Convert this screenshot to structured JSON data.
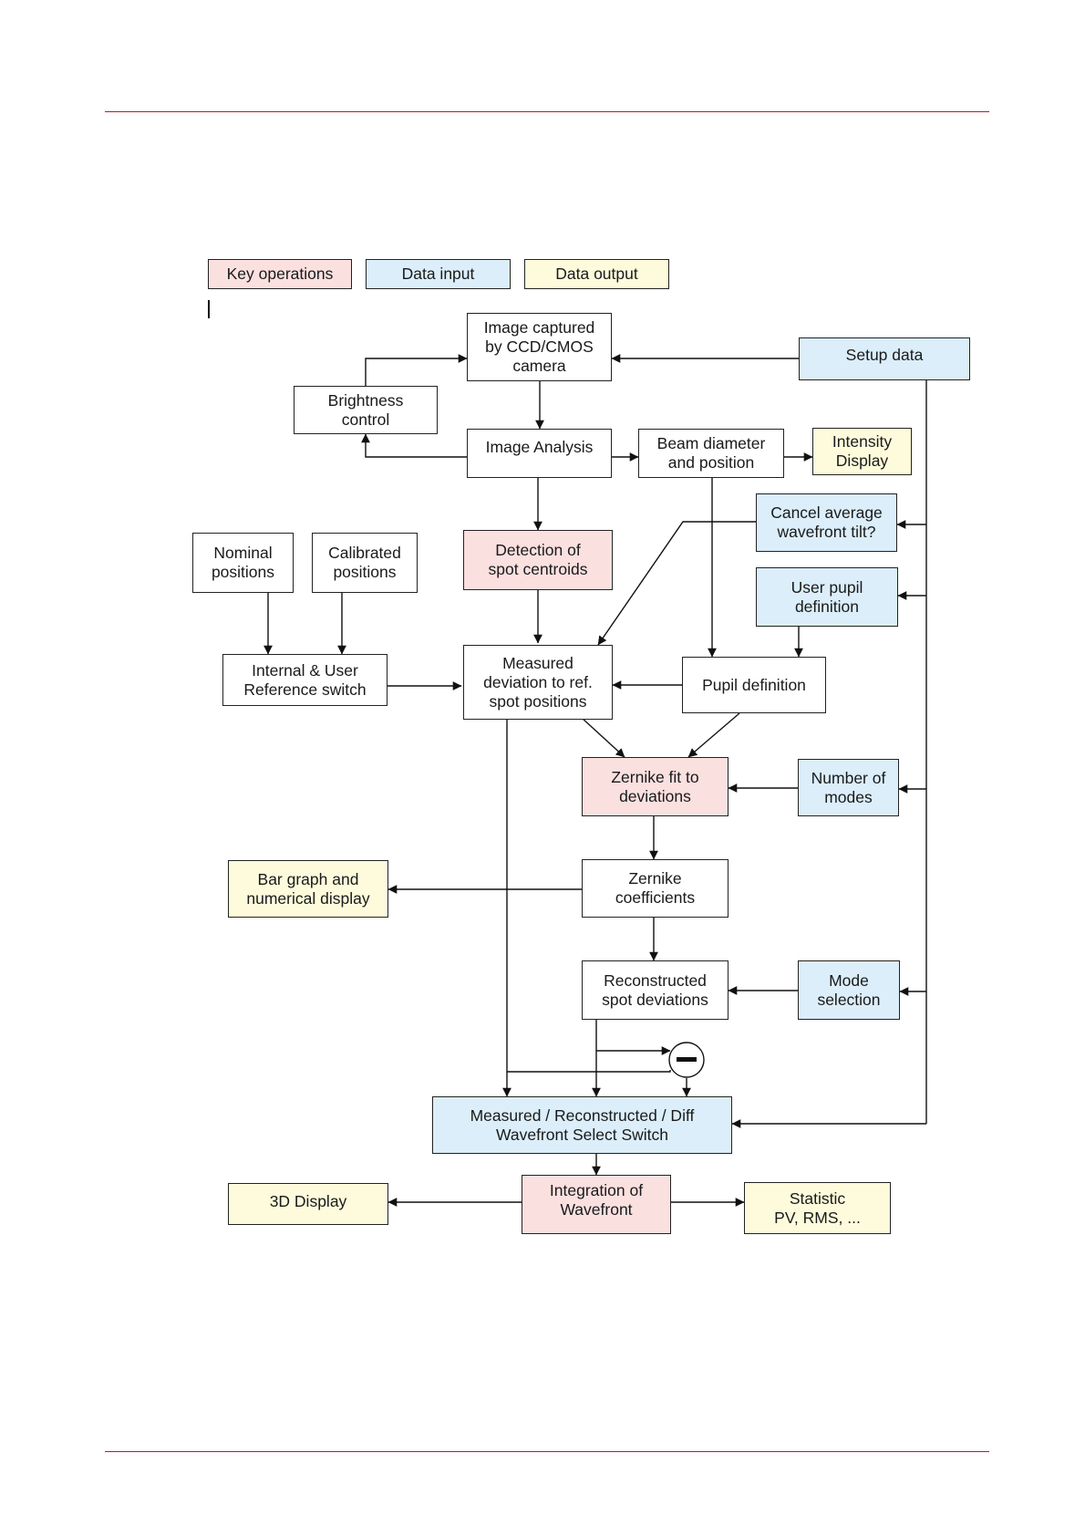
{
  "legend": {
    "key_operations": "Key operations",
    "data_input": "Data input",
    "data_output": "Data output"
  },
  "colors": {
    "rule": "#c8102e",
    "key_operation_fill": "#fbe0e0",
    "data_input_fill": "#dbeefa",
    "data_output_fill": "#fdfbdc",
    "plain_fill": "#ffffff"
  },
  "nodes": {
    "image_captured": "Image captured\nby CCD/CMOS\ncamera",
    "setup_data": "Setup data",
    "brightness_control": "Brightness\ncontrol",
    "image_analysis": "Image Analysis",
    "beam_diameter": "Beam diameter\nand position",
    "intensity_display": "Intensity\nDisplay",
    "cancel_tilt": "Cancel average\nwavefront tilt?",
    "nominal_positions": "Nominal\npositions",
    "calibrated_positions": "Calibrated\npositions",
    "detection_centroids": "Detection of\nspot centroids",
    "user_pupil": "User pupil\ndefinition",
    "reference_switch": "Internal & User\nReference switch",
    "measured_deviation": "Measured\ndeviation to ref.\nspot positions",
    "pupil_definition": "Pupil definition",
    "zernike_fit": "Zernike fit to\ndeviations",
    "number_of_modes": "Number of\nmodes",
    "bar_graph": "Bar graph and\nnumerical display",
    "zernike_coefficients": "Zernike\ncoefficients",
    "reconstructed": "Reconstructed\nspot deviations",
    "mode_selection": "Mode\nselection",
    "select_switch": "Measured / Reconstructed / Diff\nWavefront Select Switch",
    "display_3d": "3D Display",
    "integration": "Integration of\nWavefront",
    "statistic": "Statistic\nPV, RMS, ..."
  }
}
